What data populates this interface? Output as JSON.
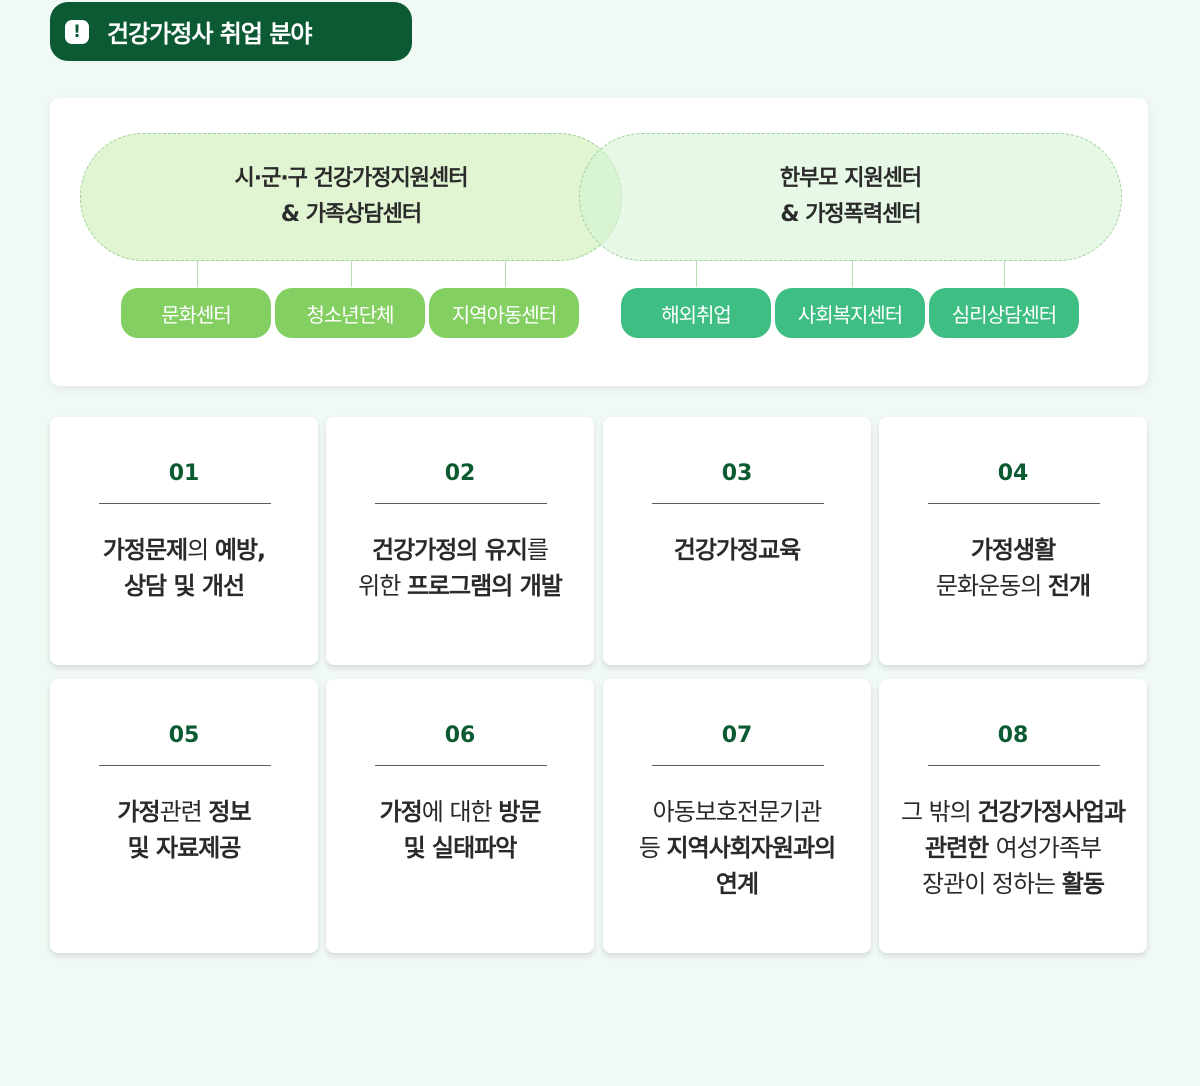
{
  "header": {
    "icon": "exclamation-icon",
    "icon_glyph": "!",
    "title": "건강가정사 취업 분야"
  },
  "diagram": {
    "left_group": {
      "line1": "시·군·구 건강가정지원센터",
      "line2": "& 가족상담센터"
    },
    "right_group": {
      "line1": "한부모 지원센터",
      "line2": "& 가정폭력센터"
    },
    "left_items": [
      "문화센터",
      "청소년단체",
      "지역아동센터"
    ],
    "right_items": [
      "해외취업",
      "사회복지센터",
      "심리상담센터"
    ]
  },
  "cards": [
    {
      "num": "01",
      "lines": [
        [
          {
            "t": "가정문제",
            "b": true
          },
          {
            "t": "의 ",
            "b": false
          },
          {
            "t": "예방,",
            "b": true
          }
        ],
        [
          {
            "t": "상담 및 개선",
            "b": true
          }
        ]
      ]
    },
    {
      "num": "02",
      "lines": [
        [
          {
            "t": "건강가정의 유지",
            "b": true
          },
          {
            "t": "를",
            "b": false
          }
        ],
        [
          {
            "t": "위한 ",
            "b": false
          },
          {
            "t": "프로그램의 개발",
            "b": true
          }
        ]
      ]
    },
    {
      "num": "03",
      "lines": [
        [
          {
            "t": "건강가정교육",
            "b": true
          }
        ]
      ]
    },
    {
      "num": "04",
      "lines": [
        [
          {
            "t": "가정생활",
            "b": true
          }
        ],
        [
          {
            "t": "문화운동의 ",
            "b": false
          },
          {
            "t": "전개",
            "b": true
          }
        ]
      ]
    },
    {
      "num": "05",
      "lines": [
        [
          {
            "t": "가정",
            "b": true
          },
          {
            "t": "관련 ",
            "b": false
          },
          {
            "t": "정보",
            "b": true
          }
        ],
        [
          {
            "t": "및 자료제공",
            "b": true
          }
        ]
      ]
    },
    {
      "num": "06",
      "lines": [
        [
          {
            "t": "가정",
            "b": true
          },
          {
            "t": "에 대한 ",
            "b": false
          },
          {
            "t": "방문",
            "b": true
          }
        ],
        [
          {
            "t": "및 실태파악",
            "b": true
          }
        ]
      ]
    },
    {
      "num": "07",
      "lines": [
        [
          {
            "t": "아동보호전문기관",
            "b": false
          }
        ],
        [
          {
            "t": "등 ",
            "b": false
          },
          {
            "t": "지역사회자원과의",
            "b": true
          }
        ],
        [
          {
            "t": "연계",
            "b": true
          }
        ]
      ]
    },
    {
      "num": "08",
      "lines": [
        [
          {
            "t": "그 밖의 ",
            "b": false
          },
          {
            "t": "건강가정사업과",
            "b": true
          }
        ],
        [
          {
            "t": "관련한 ",
            "b": true
          },
          {
            "t": "여성가족부",
            "b": false
          }
        ],
        [
          {
            "t": "장관이 정하는 ",
            "b": false
          },
          {
            "t": "활동",
            "b": true
          }
        ]
      ]
    }
  ]
}
